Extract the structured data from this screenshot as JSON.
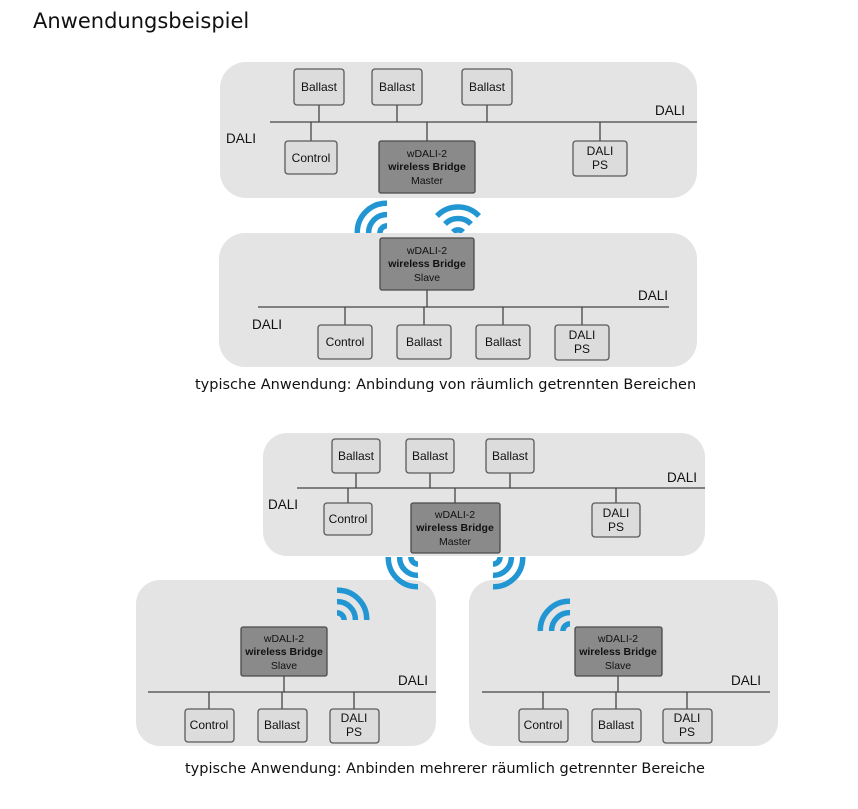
{
  "heading": "Anwendungsbeispiel",
  "labels": {
    "ballast": "Ballast",
    "control": "Control",
    "dali": "DALI",
    "ps_line1": "DALI",
    "ps_line2": "PS",
    "bridge_line1": "wDALI-2",
    "bridge_line2": "wireless Bridge",
    "master": "Master",
    "slave": "Slave"
  },
  "captions": {
    "first": "typische Anwendung: Anbindung von räumlich getrennten Bereichen",
    "second": "typische Anwendung: Anbinden mehrerer räumlich getrennter Bereiche"
  },
  "colors": {
    "wave": "#2196d3",
    "zone": "#e4e4e4",
    "bridge": "#8a8a8a",
    "box": "#dcdcdc"
  }
}
